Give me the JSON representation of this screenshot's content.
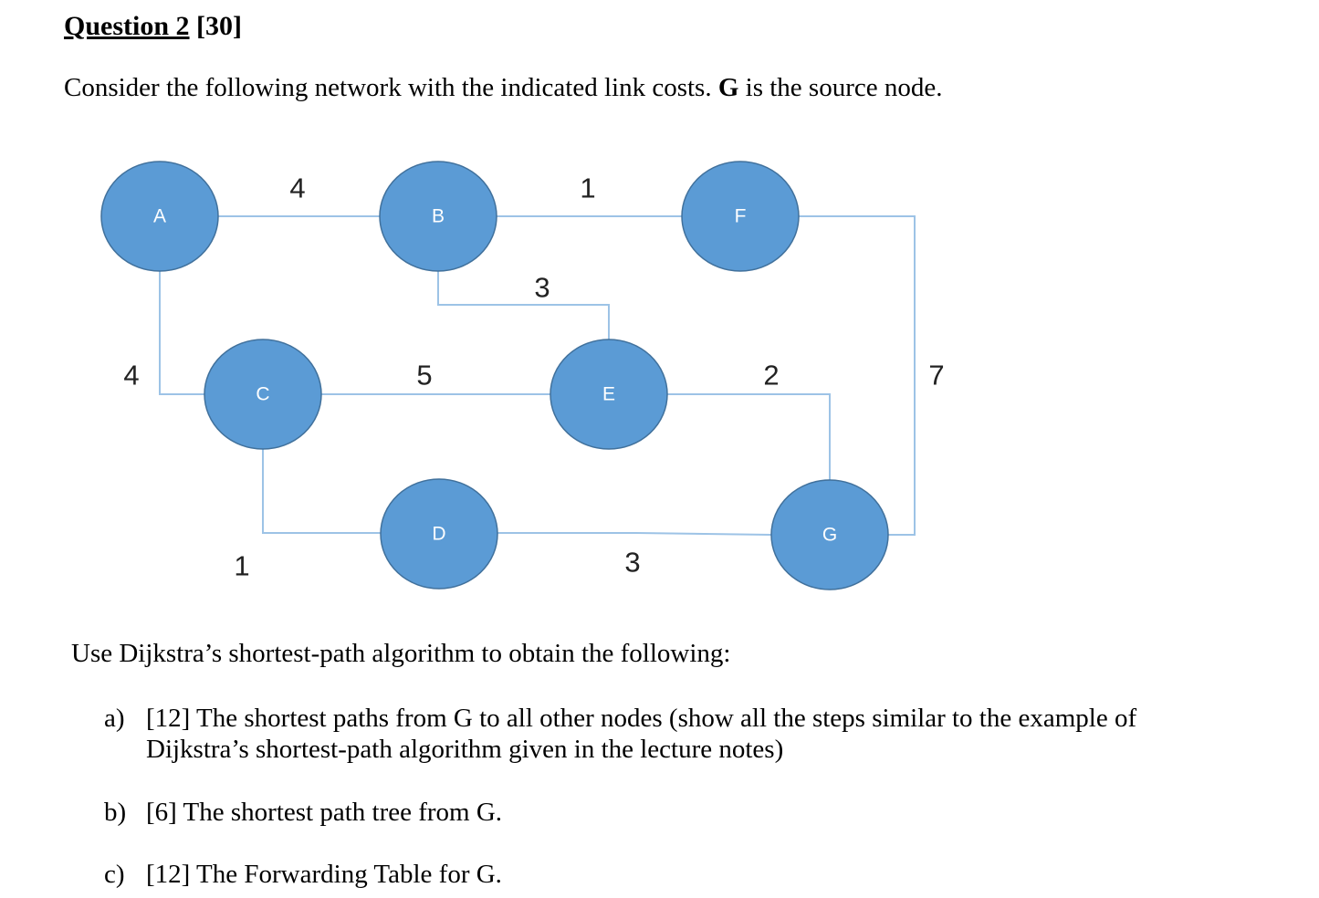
{
  "question": {
    "title": "Question 2",
    "marks": "[30]"
  },
  "intro": {
    "before": "Consider the following network with the indicated link costs. ",
    "source": "G",
    "after": " is the source node."
  },
  "network": {
    "node_fill": "#5b9bd5",
    "node_stroke": "#41719c",
    "link_color": "#9dc3e6",
    "nodes": [
      "A",
      "B",
      "C",
      "D",
      "E",
      "F",
      "G"
    ],
    "links": [
      {
        "from": "A",
        "to": "B",
        "cost": "4"
      },
      {
        "from": "B",
        "to": "F",
        "cost": "1"
      },
      {
        "from": "B",
        "to": "E",
        "cost": "3"
      },
      {
        "from": "A",
        "to": "C",
        "cost": "4"
      },
      {
        "from": "C",
        "to": "E",
        "cost": "5"
      },
      {
        "from": "E",
        "to": "G",
        "cost": "2"
      },
      {
        "from": "F",
        "to": "G",
        "cost": "7"
      },
      {
        "from": "C",
        "to": "D",
        "cost": "1"
      },
      {
        "from": "D",
        "to": "G",
        "cost": "3"
      }
    ]
  },
  "task": {
    "lead": "Use Dijkstra’s shortest-path algorithm to obtain the following:",
    "parts": [
      {
        "label": "a)",
        "line1": "[12] The shortest paths from G to all other nodes (show all the steps similar to the example of",
        "line2": "Dijkstra’s shortest-path algorithm given in the lecture notes)"
      },
      {
        "label": "b)",
        "line1": "[6] The shortest path tree from G."
      },
      {
        "label": "c)",
        "line1": "[12] The Forwarding Table for G."
      }
    ]
  }
}
